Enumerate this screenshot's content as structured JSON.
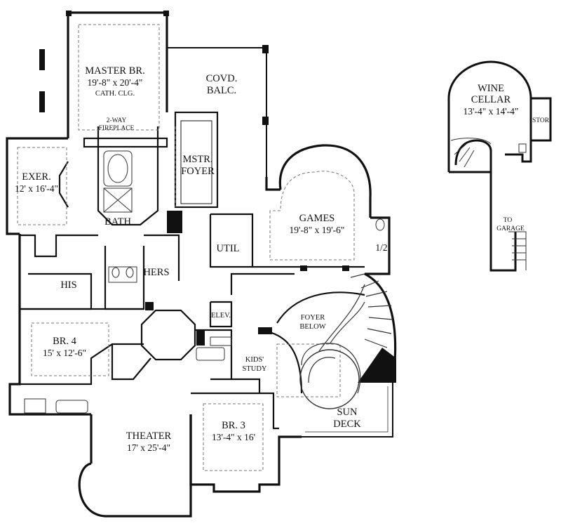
{
  "rooms": {
    "master_br": {
      "name": "MASTER BR.",
      "size": "19'-8\" x 20'-4\"",
      "note": "CATH. CLG."
    },
    "fireplace": {
      "line1": "2-WAY",
      "line2": "FIREPLACE"
    },
    "covd_balc": {
      "line1": "COVD.",
      "line2": "BALC."
    },
    "exer": {
      "name": "EXER.",
      "size": "12' x 16'-4\""
    },
    "mstr_foyer": {
      "line1": "MSTR.",
      "line2": "FOYER"
    },
    "bath": {
      "name": "BATH"
    },
    "games": {
      "name": "GAMES",
      "size": "19'-8\" x 19'-6\""
    },
    "util": {
      "name": "UTIL"
    },
    "half_bath": {
      "name": "1/2"
    },
    "his": {
      "name": "HIS"
    },
    "hers": {
      "name": "HERS"
    },
    "elev": {
      "name": "ELEV."
    },
    "foyer_below": {
      "line1": "FOYER",
      "line2": "BELOW"
    },
    "br4": {
      "name": "BR. 4",
      "size": "15' x 12'-6\""
    },
    "kids_study": {
      "line1": "KIDS'",
      "line2": "STUDY"
    },
    "sun_deck": {
      "line1": "SUN",
      "line2": "DECK"
    },
    "br3": {
      "name": "BR. 3",
      "size": "13'-4\" x 16'"
    },
    "theater": {
      "name": "THEATER",
      "size": "17' x 25'-4\""
    },
    "wine_cellar": {
      "line1": "WINE",
      "line2": "CELLAR",
      "size": "13'-4\" x 14'-4\""
    },
    "stor": {
      "name": "STOR"
    },
    "to_garage": {
      "line1": "TO",
      "line2": "GARAGE"
    }
  },
  "colors": {
    "wall": "#111111",
    "line": "#555555",
    "dash": "#777777",
    "background": "#ffffff"
  }
}
